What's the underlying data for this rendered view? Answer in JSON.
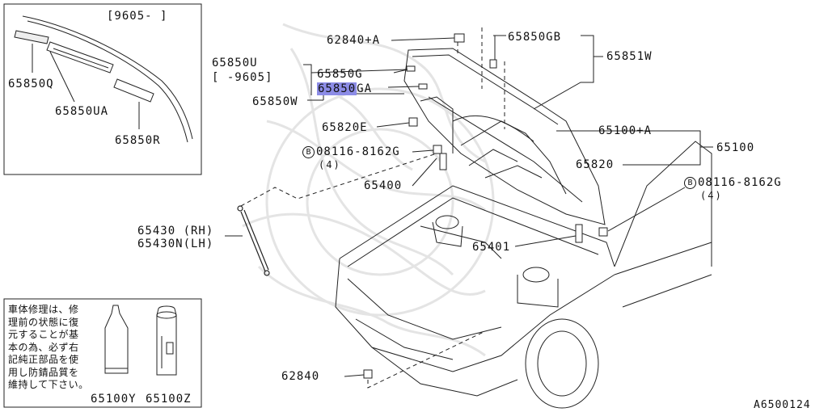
{
  "diagram_id": "A6500124",
  "inset_top": {
    "date_range": "[9605-    ]",
    "parts": [
      "65850Q",
      "65850UA",
      "65850R"
    ]
  },
  "labels": {
    "p62840A": "62840+A",
    "p65850GB": "65850GB",
    "p65851W": "65851W",
    "p65850U": "65850U",
    "p65850U_range": "[   -9605]",
    "p65850G": "65850G",
    "p65850GA": "65850GA",
    "p65850GA_hl": "65850",
    "p65850GA_rest": "GA",
    "p65850W": "65850W",
    "p65820E": "65820E",
    "p65100A": "65100+A",
    "p65100": "65100",
    "bolt_left_circle": "B",
    "bolt_left": "08116-8162G",
    "bolt_left_qty": "(4)",
    "p65820": "65820",
    "bolt_right_circle": "B",
    "bolt_right": "08116-8162G",
    "bolt_right_qty": "(4)",
    "p65400": "65400",
    "p65430": "65430 (RH)",
    "p65430N": "65430N(LH)",
    "p65401": "65401",
    "p62840": "62840"
  },
  "inset_bottom": {
    "note_lines": [
      "車体修理は、修",
      "理前の状態に復",
      "元することが基",
      "本の為、必ず右",
      "記純正部品を使",
      "用し防錆品質を",
      "維持して下さい。"
    ],
    "parts": [
      "65100Y",
      "65100Z"
    ]
  },
  "colors": {
    "highlight": "#8c8ce6",
    "line": "#222222",
    "watermark": "#e4e4e4"
  }
}
